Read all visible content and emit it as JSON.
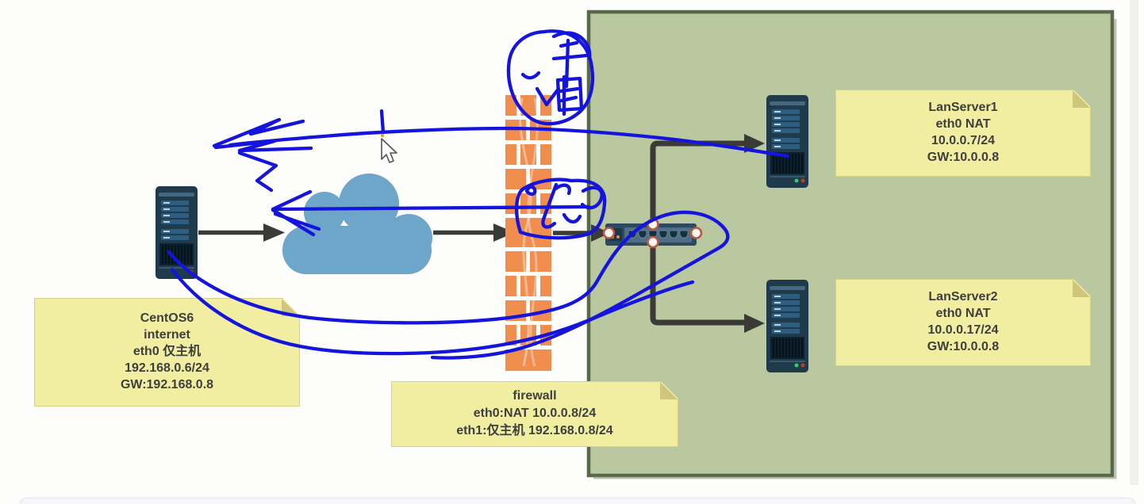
{
  "diagram": {
    "notes": {
      "centos": {
        "lines": [
          "CentOS6",
          "internet",
          "eth0 仅主机",
          "192.168.0.6/24",
          "GW:192.168.0.8"
        ]
      },
      "firewall": {
        "lines": [
          "firewall",
          "eth0:NAT 10.0.0.8/24",
          "eth1:仅主机 192.168.0.8/24"
        ]
      },
      "lanserver1": {
        "lines": [
          "LanServer1",
          "eth0 NAT",
          "10.0.0.7/24",
          "GW:10.0.0.8"
        ]
      },
      "lanserver2": {
        "lines": [
          "LanServer2",
          "eth0 NAT",
          "10.0.0.17/24",
          "GW:10.0.0.8"
        ]
      }
    },
    "icons": {
      "centos_host": "tower-server-icon",
      "internet": "cloud-icon",
      "firewall": "brick-wall-icon",
      "lan_switch": "ethernet-switch-icon",
      "lanserver1": "tower-server-icon",
      "lanserver2": "tower-server-icon",
      "pointer": "mouse-cursor-icon"
    },
    "colors": {
      "pen_blue": "#1414dc",
      "note_yellow": "#f2eea1",
      "note_fold": "#cfc57c",
      "zone_green": "#b9c89f",
      "zone_border": "#5a684a",
      "firewall_orange": "#f08e4f",
      "cloud_blue": "#6ea6ca",
      "connector_dark": "#3a3a38",
      "server_body": "#1f3a4b",
      "switch_body": "#2b4961",
      "handle_ring": "#b65a48"
    }
  }
}
